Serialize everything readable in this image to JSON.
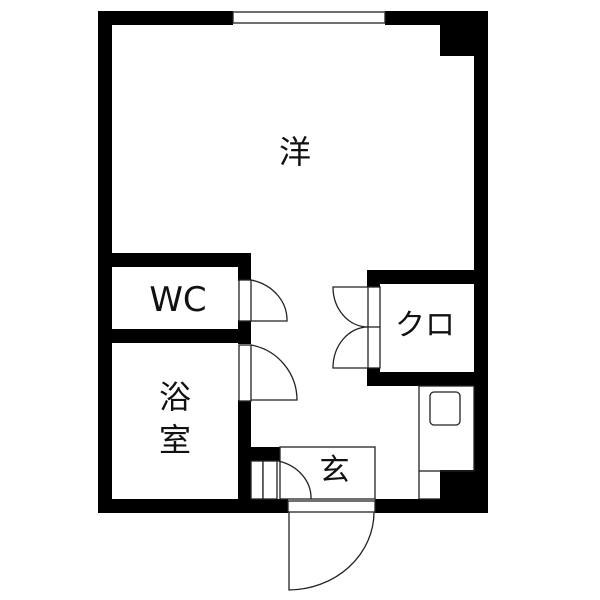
{
  "floorplan": {
    "rooms": {
      "western_room": {
        "label": "洋"
      },
      "toilet": {
        "label": "WC"
      },
      "bathroom": {
        "label_line1": "浴",
        "label_line2": "室"
      },
      "closet": {
        "label": "クロ"
      },
      "entrance": {
        "label": "玄"
      }
    },
    "colors": {
      "wall": "#000000",
      "background": "#ffffff",
      "line": "#222222"
    }
  }
}
